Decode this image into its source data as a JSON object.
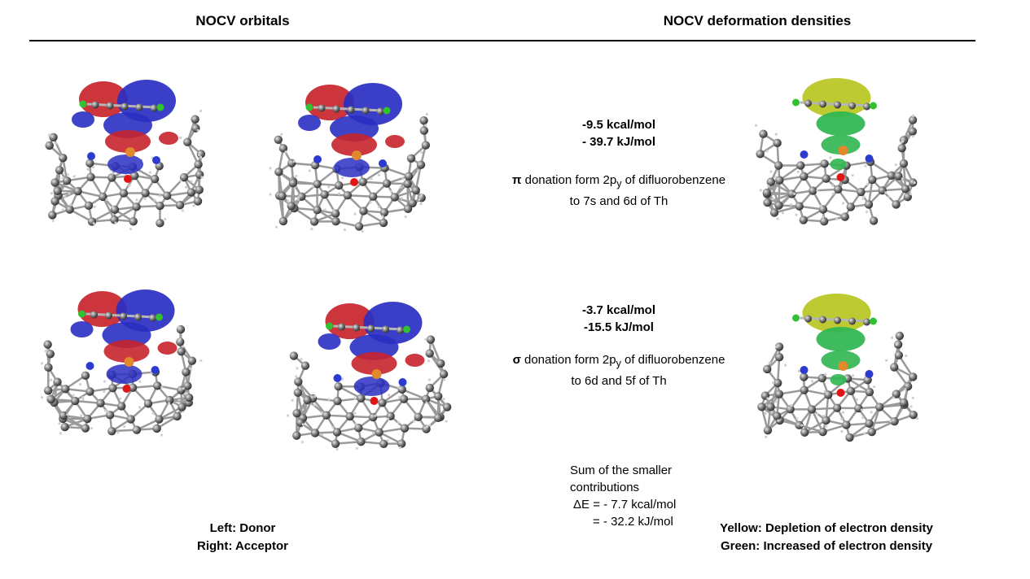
{
  "headers": {
    "orbitals": "NOCV orbitals",
    "densities": "NOCV deformation densities"
  },
  "row1": {
    "energy_kcal": "-9.5 kcal/mol",
    "energy_kj": "- 39.7 kJ/mol",
    "symbol": "π",
    "desc_pre": " donation form 2p",
    "desc_sub": "y",
    "desc_post": " of difluorobenzene",
    "desc_line2": "to 7s and 6d of Th"
  },
  "row2": {
    "energy_kcal": "-3.7 kcal/mol",
    "energy_kj": "-15.5 kJ/mol",
    "symbol": "σ",
    "desc_pre": " donation form 2p",
    "desc_sub": "y",
    "desc_post": " of difluorobenzene",
    "desc_line2": "to 6d and 5f of Th"
  },
  "summary": {
    "line1": "Sum of the smaller",
    "line2": "contributions",
    "line3": "ΔE = - 7.7 kcal/mol",
    "line4": "= - 32.2 kJ/mol"
  },
  "legend_left": {
    "donor": "Left: Donor",
    "acceptor": "Right: Acceptor"
  },
  "legend_right": {
    "yellow": "Yellow: Depletion of electron density",
    "green": "Green: Increased of electron density"
  },
  "colors": {
    "lobe_red": "#c8242b",
    "lobe_blue": "#2a2fc2",
    "lobe_yellow": "#b9c61f",
    "lobe_green": "#2fb551",
    "atom_gray": "#6f6f6f",
    "atom_nitrogen": "#2b3bd0",
    "atom_oxygen": "#e01515",
    "atom_fluorine": "#31c231",
    "atom_thorium": "#e08a2c"
  }
}
